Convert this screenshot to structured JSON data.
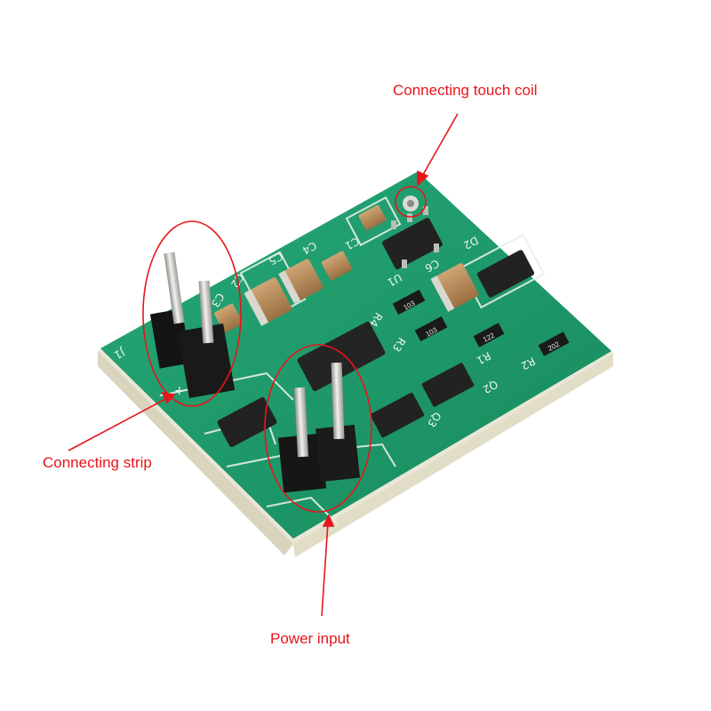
{
  "callouts": {
    "touch_coil": "Connecting touch coil",
    "strip": "Connecting strip",
    "power": "Power input"
  },
  "silkscreen": {
    "j1": "J1",
    "c1": "C1",
    "c2": "C2",
    "c3": "C3",
    "c4": "C4",
    "c5": "C5",
    "c6": "C6",
    "u1": "U1",
    "d2": "D2",
    "r1": "R1",
    "r2": "R2",
    "r3": "R3",
    "r4": "R4",
    "q2": "Q2",
    "q3": "Q3",
    "r_code_103a": "103",
    "r_code_103b": "103",
    "r_code_122": "122",
    "r_code_202": "202",
    "plus": "+"
  },
  "colors": {
    "annotation": "#e8151b",
    "board": "#1f9a6a",
    "board_edge": "#e9e6d6",
    "component": "#2a2a2a",
    "capacitor": "#b88a5a",
    "pin": "#c9c9c4",
    "header": "#141414"
  }
}
